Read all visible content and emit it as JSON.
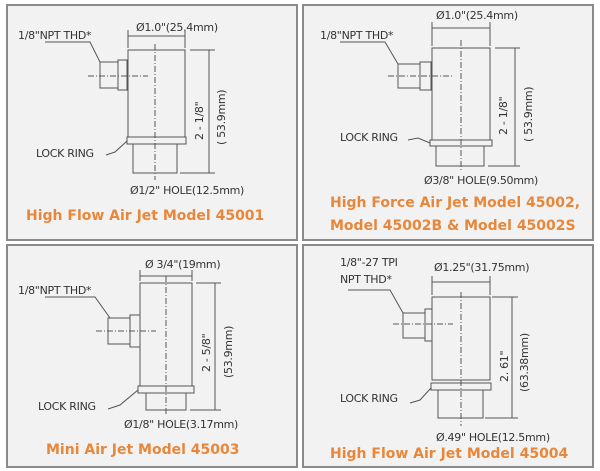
{
  "panels": [
    {
      "thread": "1/8\"NPT THD*",
      "diameter": "Ø1.0\"(25.4mm)",
      "height_in": "2 - 1/8\"",
      "height_mm": "( 53.9mm)",
      "lock_ring": "LOCK RING",
      "hole": "Ø1/2\" HOLE(12.5mm)",
      "title": [
        "High Flow Air Jet Model 45001"
      ]
    },
    {
      "thread": "1/8\"NPT THD*",
      "diameter": "Ø1.0\"(25.4mm)",
      "height_in": "2 - 1/8\"",
      "height_mm": "( 53.9mm)",
      "lock_ring": "LOCK RING",
      "hole": "Ø3/8\" HOLE(9.50mm)",
      "title": [
        "High Force Air Jet Model 45002,",
        "Model 45002B & Model 45002S"
      ]
    },
    {
      "thread": "1/8\"NPT THD*",
      "diameter": "Ø 3/4\"(19mm)",
      "height_in": "2 - 5/8\"",
      "height_mm": "(53.9mm)",
      "lock_ring": "LOCK RING",
      "hole": "Ø1/8\" HOLE(3.17mm)",
      "title": [
        "Mini Air Jet Model 45003"
      ]
    },
    {
      "thread": "1/8\"-27 TPI",
      "thread2": "NPT THD*",
      "diameter": "Ø1.25\"(31.75mm)",
      "height_in": "2. 61\"",
      "height_mm": "(63.38mm)",
      "lock_ring": "LOCK RING",
      "hole": "Ø.49\" HOLE(12.5mm)",
      "title": [
        "High Flow Air Jet Model 45004"
      ]
    }
  ],
  "colors": {
    "title": "#e8873a",
    "panel_bg": "#f2f2f2"
  }
}
